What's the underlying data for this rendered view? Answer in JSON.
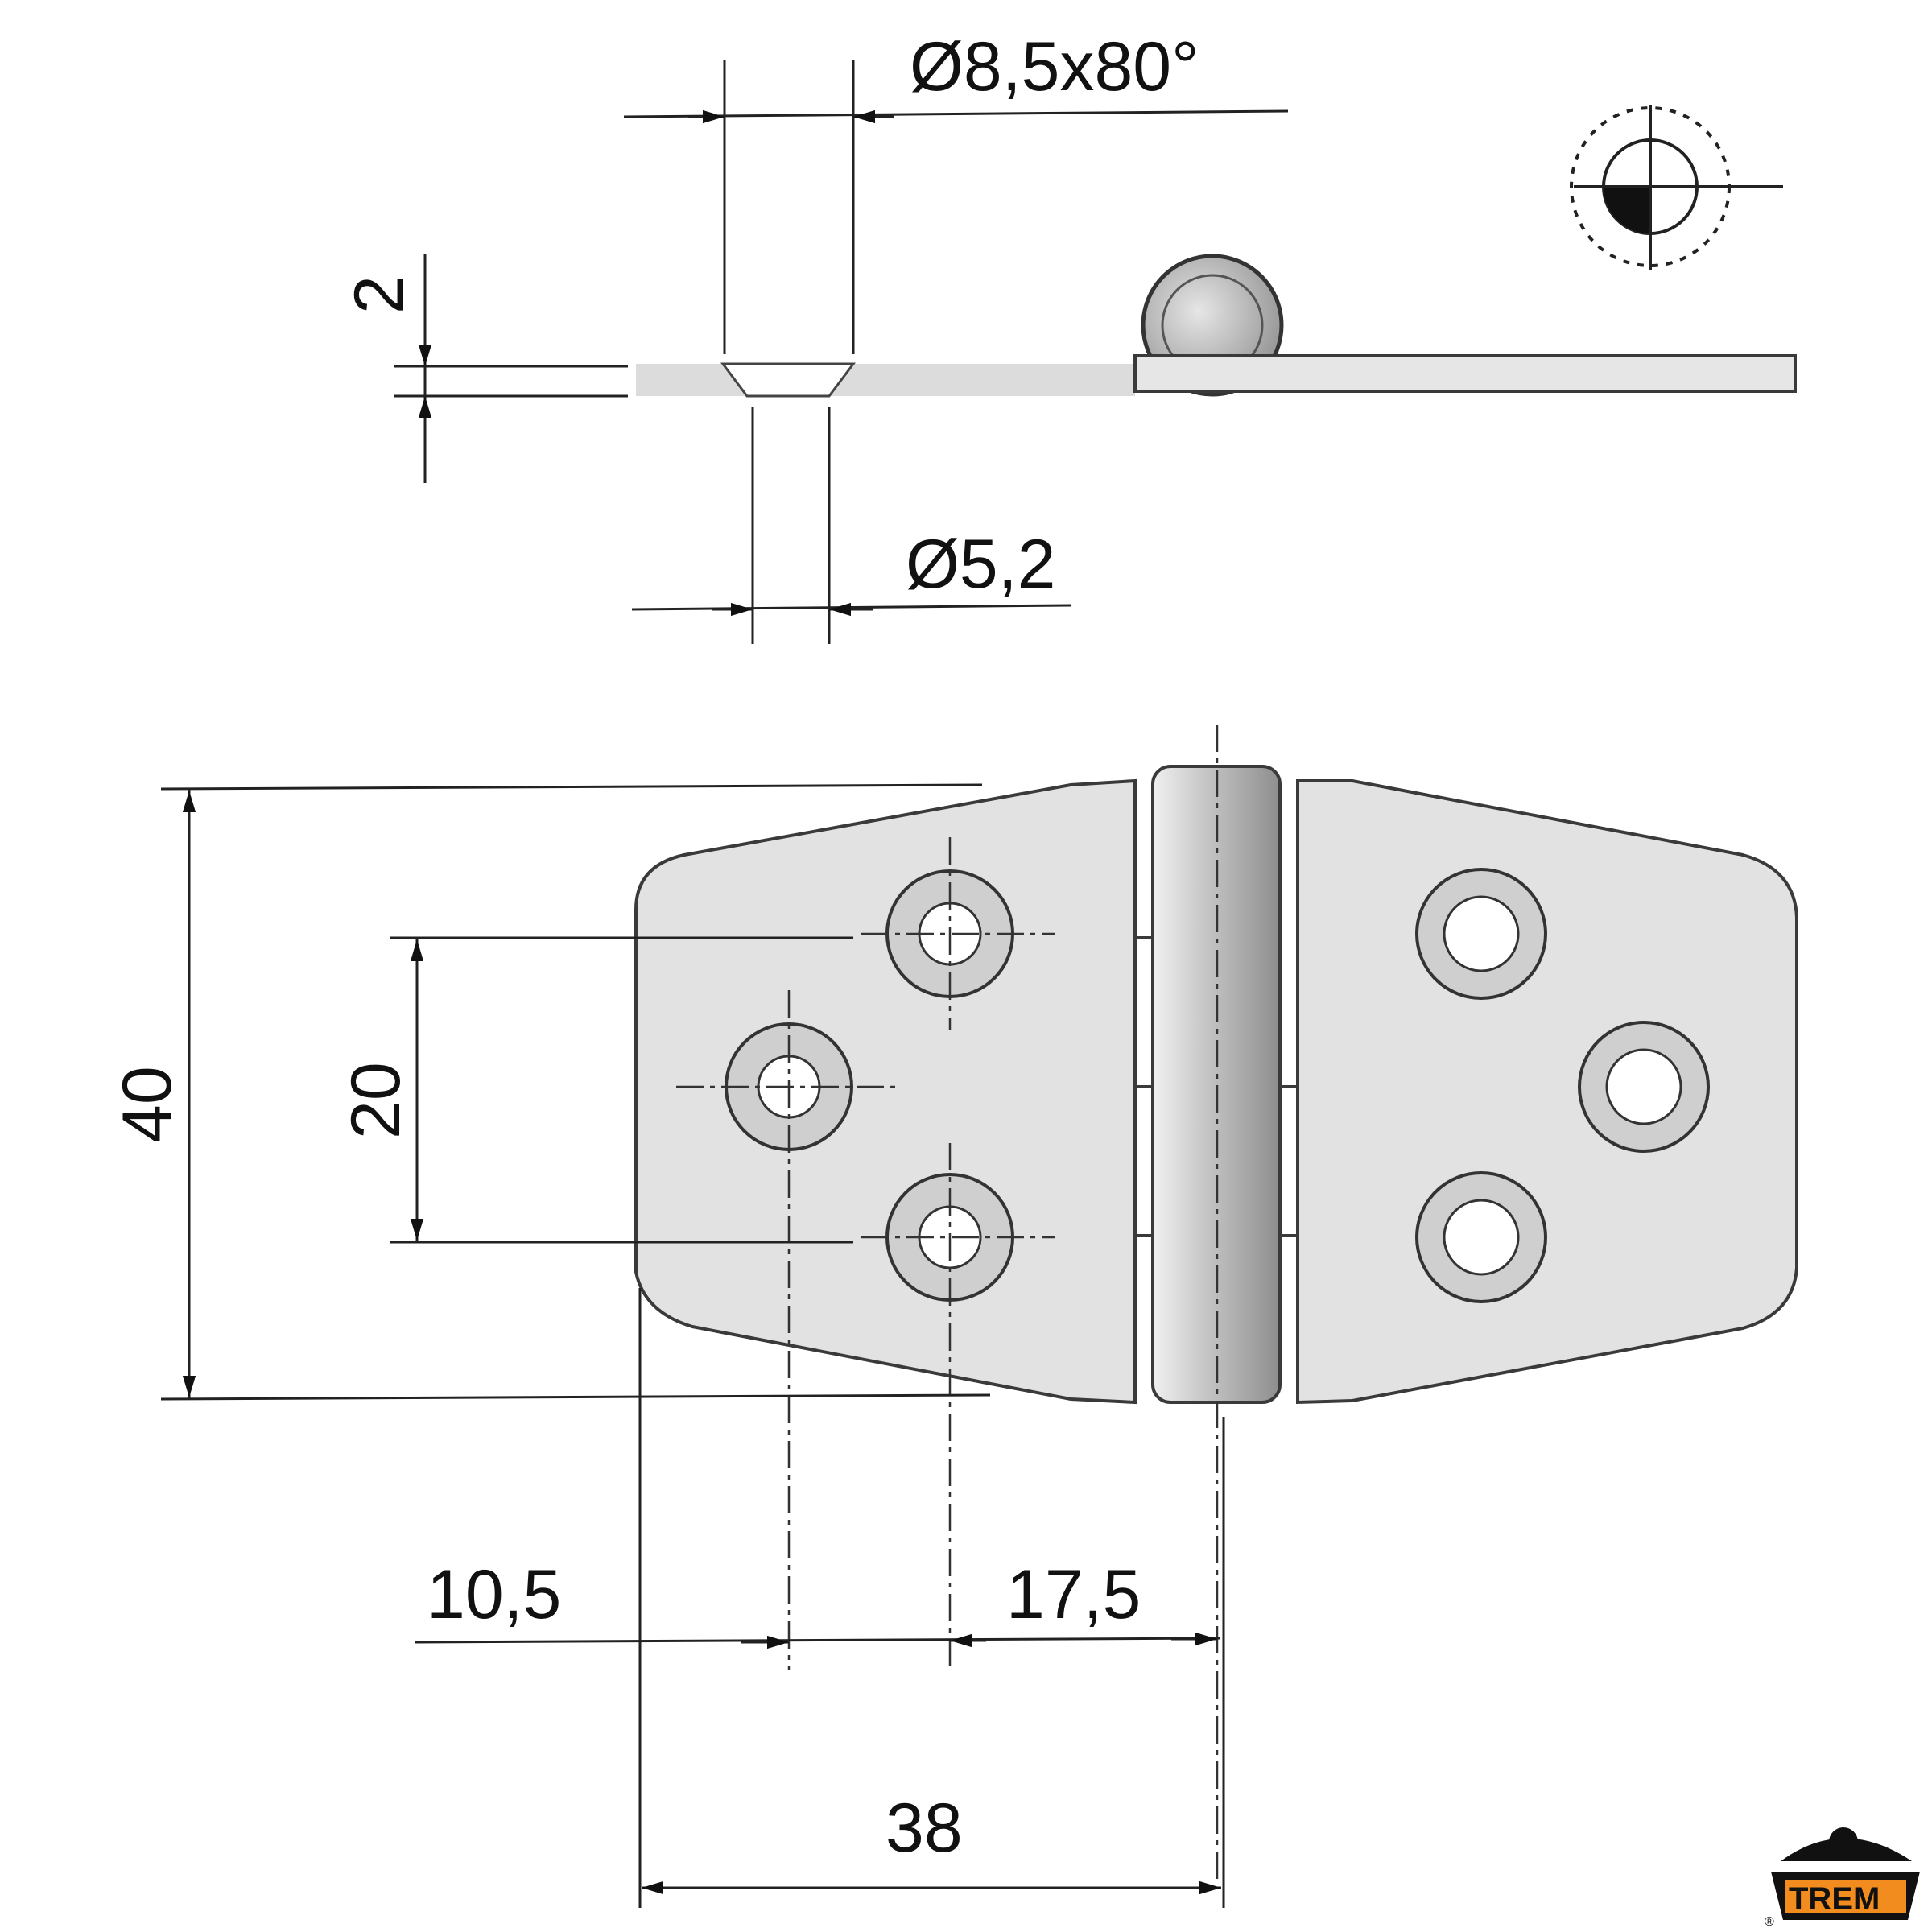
{
  "drawing": {
    "dimensions": {
      "countersink": "Ø8,5x80°",
      "hole_diameter": "Ø5,2",
      "thickness": "2",
      "height": "40",
      "hole_spacing": "20",
      "edge_to_hole": "10,5",
      "hole_to_axis": "17,5",
      "leaf_width": "38"
    },
    "brand": {
      "logo_text": "TREM",
      "registered_mark": "®",
      "colors": {
        "orange": "#f28c1e",
        "black": "#111111"
      }
    },
    "symbol": "first-angle-projection-icon"
  }
}
